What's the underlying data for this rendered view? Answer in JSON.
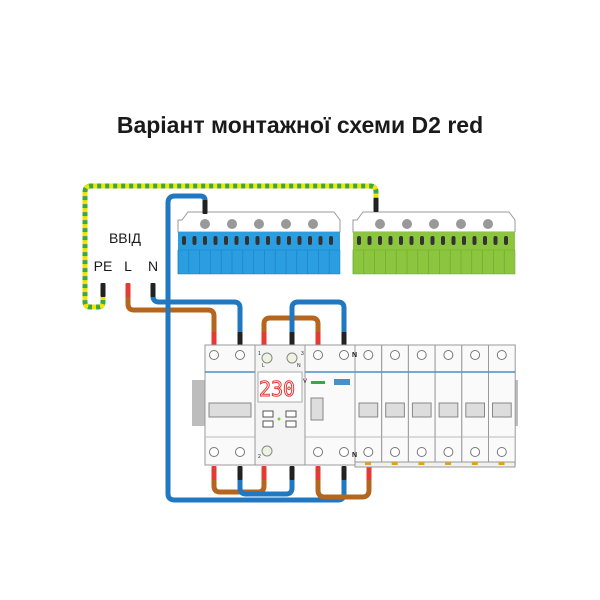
{
  "title": "Варіант монтажної схеми D2 red",
  "input": {
    "label": "ВВІД",
    "pe": "PE",
    "l": "L",
    "n": "N"
  },
  "relay": {
    "display": "230",
    "unit": "V",
    "term_l": "L",
    "term_n": "N",
    "num1": "1",
    "num3": "3",
    "num2": "2"
  },
  "rcd": {
    "n_label": "N"
  },
  "breakers_count": 6,
  "colors": {
    "phase": "#b5651d",
    "neutral": "#1f78c1",
    "pe_yellow": "#f2e600",
    "pe_green": "#3aa64a",
    "n_bus": "#2a9ee0",
    "pe_bus": "#8cc63f",
    "display": "#e53935"
  }
}
